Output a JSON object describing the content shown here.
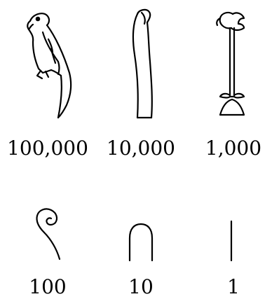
{
  "numerals": [
    {
      "icon": "bird-chick-icon",
      "value": "100,000"
    },
    {
      "icon": "finger-icon",
      "value": "10,000"
    },
    {
      "icon": "lotus-flower-icon",
      "value": "1,000"
    },
    {
      "icon": "coil-of-rope-icon",
      "value": "100"
    },
    {
      "icon": "heel-bone-icon",
      "value": "10"
    },
    {
      "icon": "stroke-icon",
      "value": "1"
    }
  ],
  "colors": {
    "ink": "#000000",
    "background": "#ffffff"
  }
}
